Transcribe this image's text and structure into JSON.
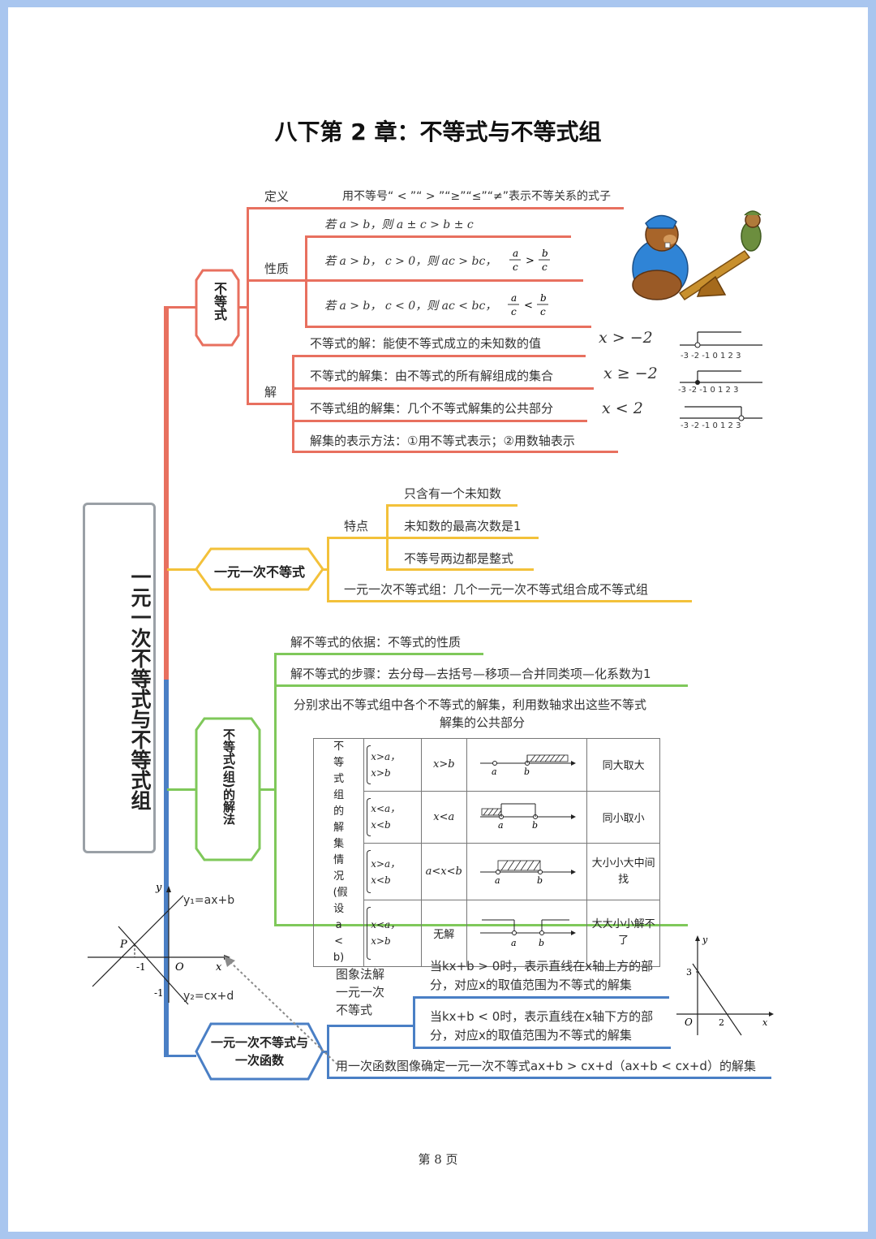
{
  "title": "八下第 2 章：不等式与不等式组",
  "main_topic": "一元一次不等式与不等式组",
  "branch1": {
    "label": "不等式",
    "definition": {
      "label": "定义",
      "text": "用不等号“ < ”“ > ”“≥”“≤”“≠”表示不等关系的式子"
    },
    "property": {
      "label": "性质",
      "p1": "若 a > b，则 a ± c > b ± c",
      "p2": "若 a > b， c > 0，则 ac > bc，",
      "p2_frac": "a/c > b/c",
      "p3": "若 a > b， c < 0，则 ac < bc，",
      "p3_frac": "a/c < b/c"
    },
    "solution": {
      "label": "解",
      "items": [
        "不等式的解：能使不等式成立的未知数的值",
        "不等式的解集：由不等式的所有解组成的集合",
        "不等式组的解集：几个不等式解集的公共部分",
        "解集的表示方法：①用不等式表示；②用数轴表示"
      ],
      "examples": [
        "x > −2",
        "x ≥ −2",
        "x < 2"
      ],
      "axis_ticks": "-3 -2 -1 0   1   2   3"
    }
  },
  "branch2": {
    "label": "一元一次不等式",
    "feature_label": "特点",
    "features": [
      "只含有一个未知数",
      "未知数的最高次数是1",
      "不等号两边都是整式"
    ],
    "system": "一元一次不等式组：几个一元一次不等式组合成不等式组"
  },
  "branch3": {
    "label": "不等式(组)的解法",
    "basis": "解不等式的依据：不等式的性质",
    "steps": "解不等式的步骤：去分母—去括号—移项—合并同类项—化系数为1",
    "system_method_1": "分别求出不等式组中各个不等式的解集，利用数轴求出这些不等式",
    "system_method_2": "解集的公共部分",
    "table": {
      "row_header": "不等式组的解集情况(假设a<b)",
      "rows": [
        {
          "sys1": "x>a，",
          "sys2": "x>b",
          "sol": "x>b",
          "rule": "同大取大"
        },
        {
          "sys1": "x<a，",
          "sys2": "x<b",
          "sol": "x<a",
          "rule": "同小取小"
        },
        {
          "sys1": "x>a，",
          "sys2": "x<b",
          "sol": "a<x<b",
          "rule": "大小小大中间找"
        },
        {
          "sys1": "x<a，",
          "sys2": "x>b",
          "sol": "无解",
          "rule": "大大小小解不了"
        }
      ],
      "axis_a": "a",
      "axis_b": "b"
    }
  },
  "branch4": {
    "label": "一元一次不等式与一次函数",
    "graph_label": "图象法解一元一次不等式",
    "case1": "当kx+b > 0时，表示直线在x轴上方的部分，对应x的取值范围为不等式的解集",
    "case2": "当kx+b < 0时，表示直线在x轴下方的部分，对应x的取值范围为不等式的解集",
    "apply": "用一次函数图像确定一元一次不等式ax+b > cx+d（ax+b < cx+d）的解集",
    "graph_left": {
      "y1": "y₁=ax+b",
      "y2": "y₂=cx+d",
      "P": "P",
      "O": "O",
      "x": "x",
      "y": "y",
      "m1a": "-1",
      "m1b": "-1"
    },
    "graph_right": {
      "x": "x",
      "y": "y",
      "O": "O",
      "three": "3",
      "two": "2"
    }
  },
  "page_number": "第 8 页",
  "colors": {
    "red": "#e8705f",
    "yellow": "#f3c13a",
    "green": "#7fc85a",
    "blue": "#4a7fc5"
  }
}
